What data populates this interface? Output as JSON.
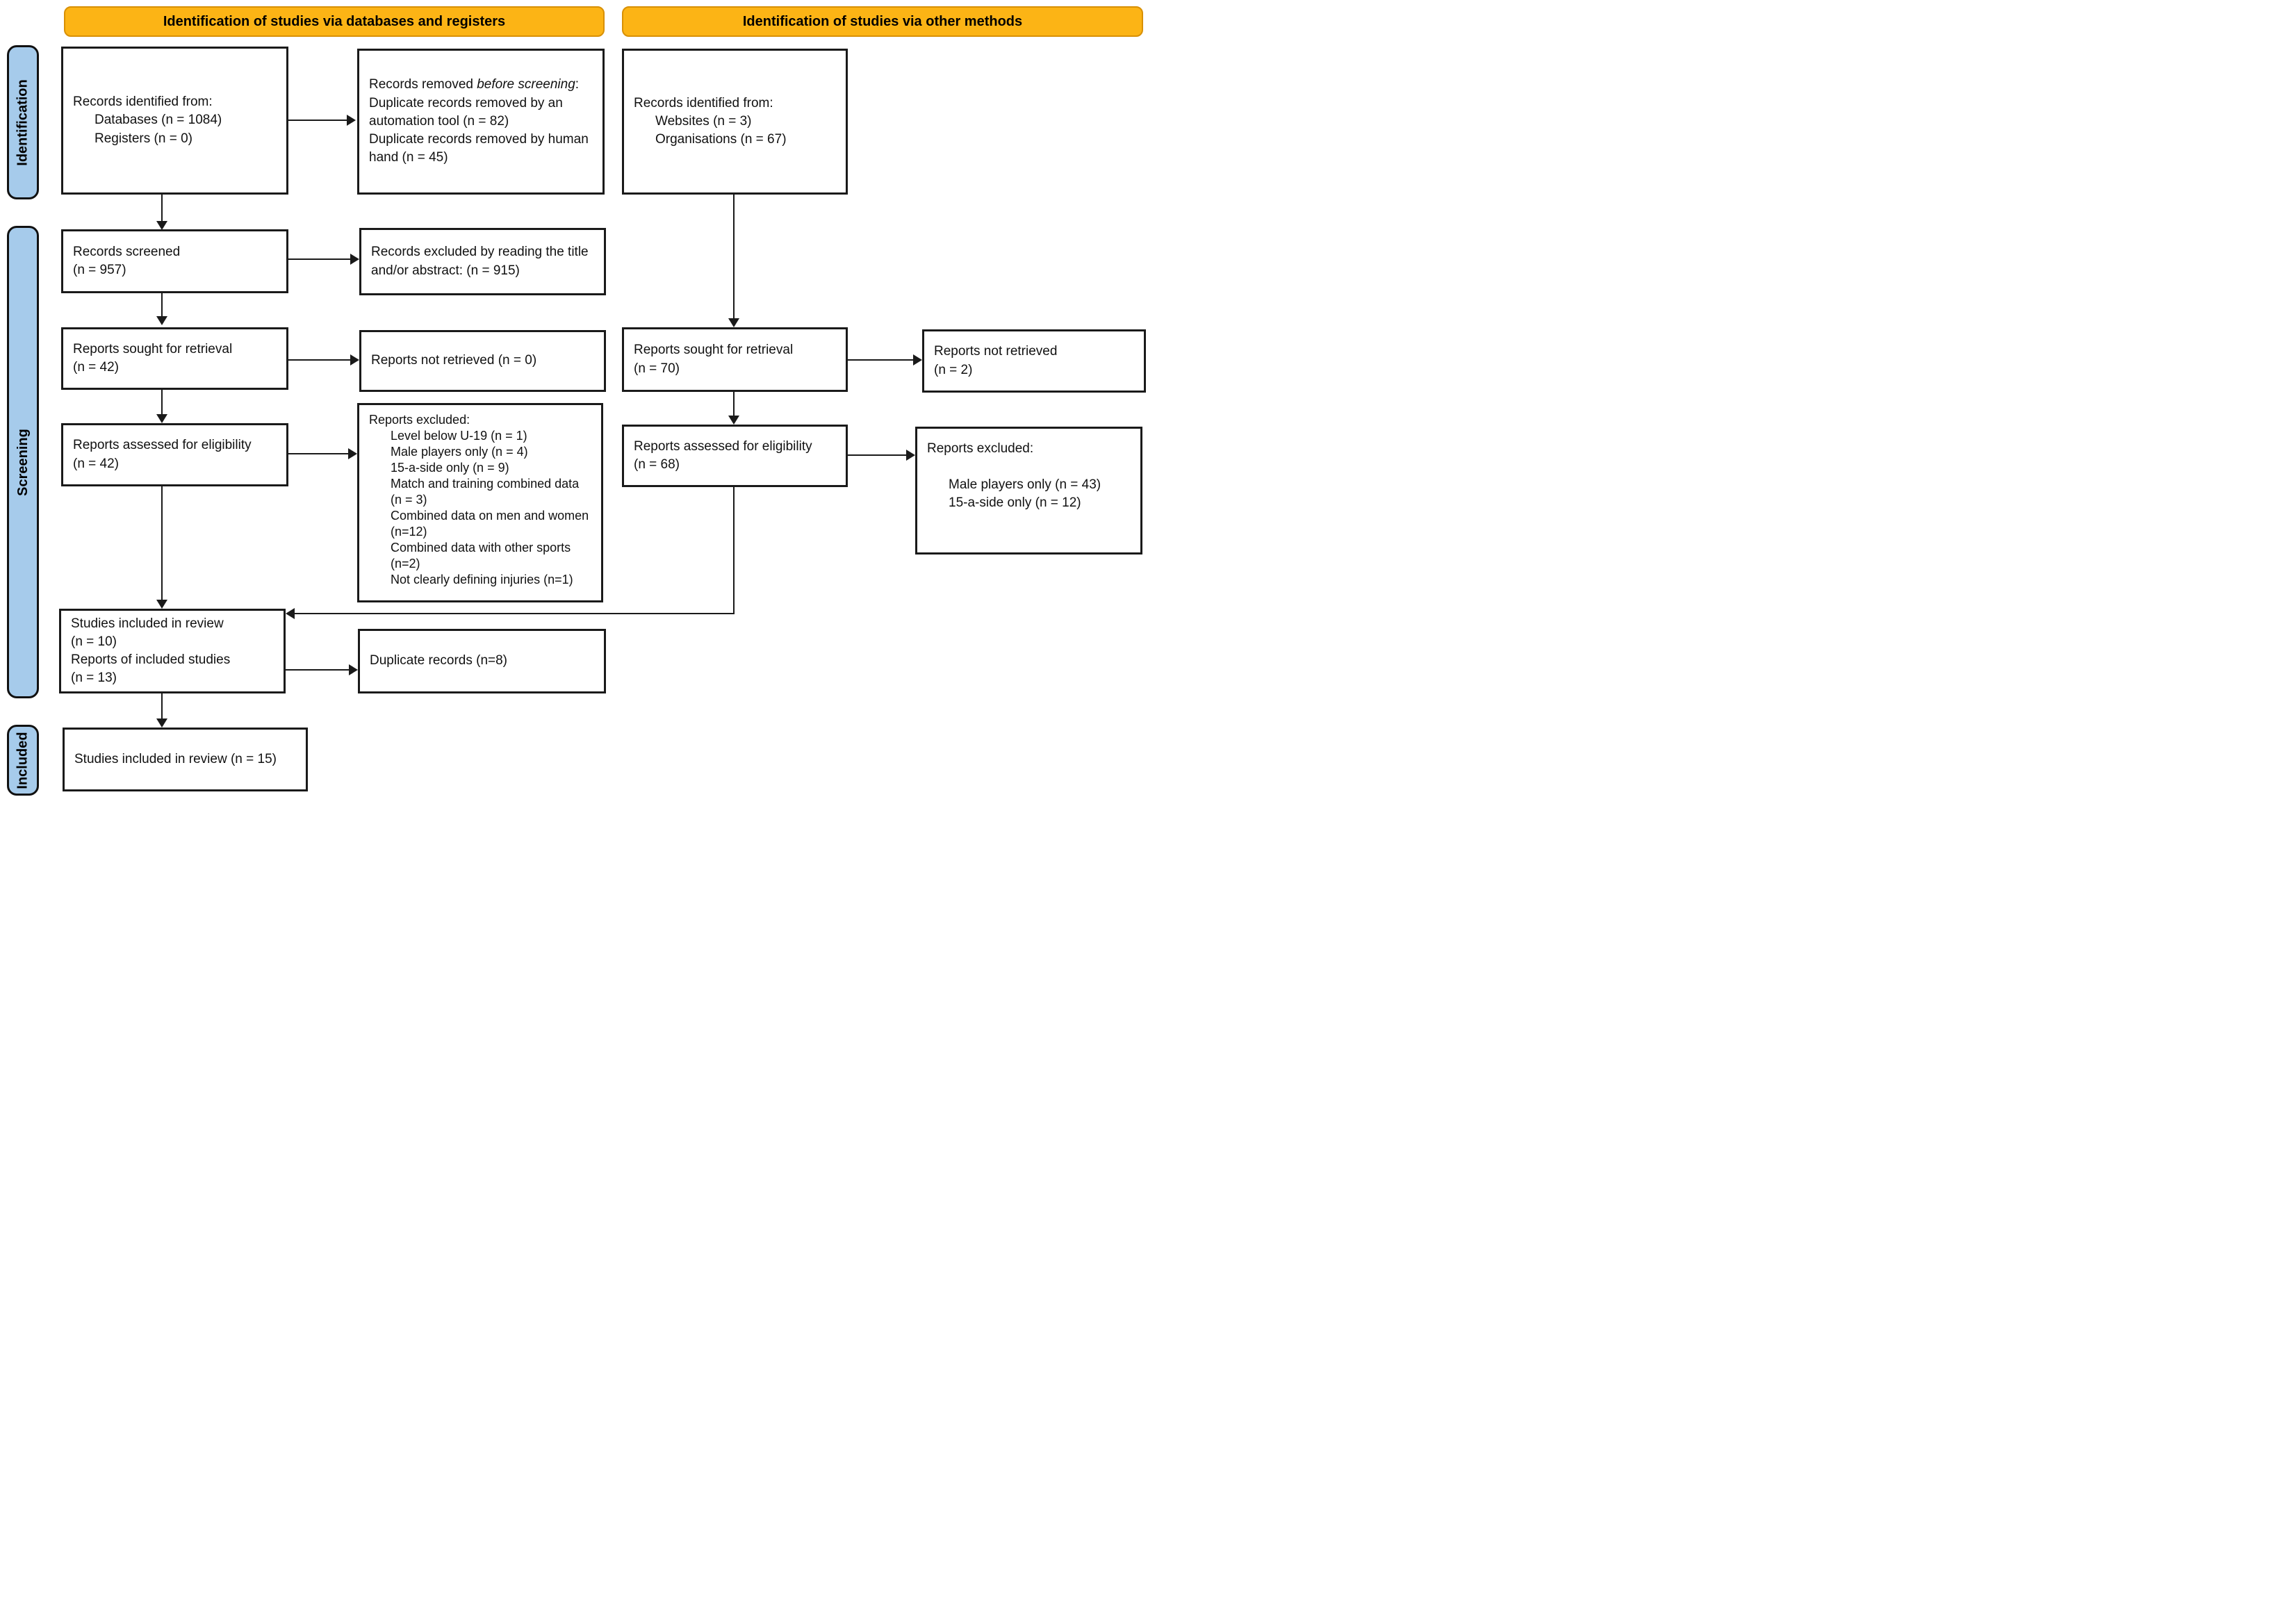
{
  "banners": {
    "databases": "Identification of studies via databases and registers",
    "other": "Identification of studies via other methods"
  },
  "stages": {
    "identification": "Identification",
    "screening": "Screening",
    "included": "Included"
  },
  "database_flow": {
    "records_identified": {
      "title": "Records identified from:",
      "items": [
        "Databases (n = 1084)",
        "Registers (n = 0)"
      ]
    },
    "records_removed": {
      "prefix": "Records removed ",
      "italic": "before screening",
      "suffix": ":",
      "items": [
        "Duplicate records removed by an automation tool (n = 82)",
        "Duplicate records removed by human hand (n = 45)"
      ]
    },
    "records_screened": {
      "lines": [
        "Records screened",
        "(n = 957)"
      ]
    },
    "records_excluded": "Records excluded by reading the title and/or abstract: (n = 915)",
    "reports_sought": {
      "lines": [
        "Reports sought for retrieval",
        "(n = 42)"
      ]
    },
    "reports_not_retrieved": "Reports not retrieved (n = 0)",
    "reports_assessed": {
      "lines": [
        "Reports assessed for eligibility",
        "(n = 42)"
      ]
    },
    "reports_excluded": {
      "title": "Reports excluded:",
      "items": [
        "Level below U-19 (n = 1)",
        "Male players only (n = 4)",
        "15-a-side only (n = 9)",
        "Match and training combined data (n = 3)",
        "Combined data on men and women (n=12)",
        "Combined data with other sports (n=2)",
        "Not clearly defining injuries (n=1)"
      ]
    },
    "studies_included": {
      "lines": [
        "Studies included in review",
        "(n = 10)",
        "Reports of included studies",
        "(n = 13)"
      ]
    },
    "duplicate_records": "Duplicate records (n=8)",
    "final_included": "Studies included in review (n = 15)"
  },
  "other_flow": {
    "records_identified": {
      "title": "Records identified from:",
      "items": [
        "Websites (n = 3)",
        "Organisations (n = 67)"
      ]
    },
    "reports_sought": {
      "lines": [
        "Reports sought for retrieval",
        "(n = 70)"
      ]
    },
    "reports_not_retrieved": {
      "lines": [
        "Reports not retrieved",
        "(n = 2)"
      ]
    },
    "reports_assessed": {
      "lines": [
        "Reports assessed for eligibility",
        "(n = 68)"
      ]
    },
    "reports_excluded": {
      "title": "Reports excluded:",
      "items": [
        "Male players only (n = 43)",
        "15-a-side only (n = 12)"
      ]
    }
  },
  "colors": {
    "banner_bg": "#FCB415",
    "banner_border": "#D89005",
    "stage_bg": "#A6CBEB",
    "stage_border": "#111111",
    "box_border": "#1A1A1A",
    "arrow": "#1A1A1A"
  }
}
